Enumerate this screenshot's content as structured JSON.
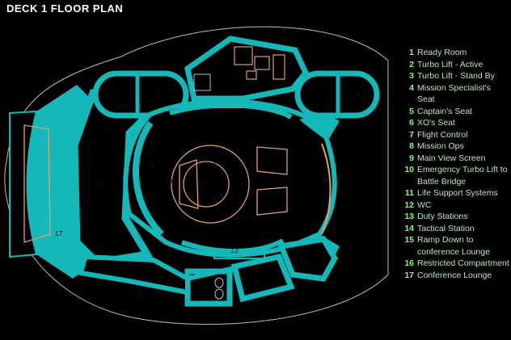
{
  "title": "DECK 1 FLOOR PLAN",
  "legend": [
    {
      "num": "1",
      "text": "Ready Room"
    },
    {
      "num": "2",
      "text": "Turbo Lift - Active"
    },
    {
      "num": "3",
      "text": "Turbo Lift - Stand By"
    },
    {
      "num": "4",
      "text": "Mission Specialist's Seat"
    },
    {
      "num": "5",
      "text": "Captain's Seat"
    },
    {
      "num": "6",
      "text": "XO's Seat"
    },
    {
      "num": "7",
      "text": "Flight Control"
    },
    {
      "num": "8",
      "text": "Mission Ops"
    },
    {
      "num": "9",
      "text": "Main View Screen"
    },
    {
      "num": "10",
      "text": "Emergency Turbo Lift to Battle Bridge"
    },
    {
      "num": "11",
      "text": "Life Support Systems"
    },
    {
      "num": "12",
      "text": "WC"
    },
    {
      "num": "13",
      "text": "Duty Stations"
    },
    {
      "num": "14",
      "text": "Tactical Station"
    },
    {
      "num": "15",
      "text": "Ramp Down to conference Lounge"
    },
    {
      "num": "16",
      "text": "Restricted Compartment"
    },
    {
      "num": "17",
      "text": "Conference Lounge"
    }
  ],
  "plan_labels": {
    "l1": "1",
    "l2a": "2",
    "l3a": "3",
    "l2b": "2",
    "l3b": "3",
    "l4": "4",
    "l5": "5",
    "l6": "6",
    "l7": "7",
    "l8": "8",
    "l9": "9",
    "l10": "10",
    "l11": "11",
    "l12a": "12",
    "l12b": "12",
    "l13a": "13",
    "l13b": "13",
    "l13c": "13",
    "l13d": "13",
    "l14": "14",
    "l15": "15",
    "l16": "16",
    "l17": "17"
  },
  "colors": {
    "wall": "#14b8b8",
    "furniture": "#e0a070",
    "background": "#000000",
    "legend_number": "#7dff7d"
  }
}
